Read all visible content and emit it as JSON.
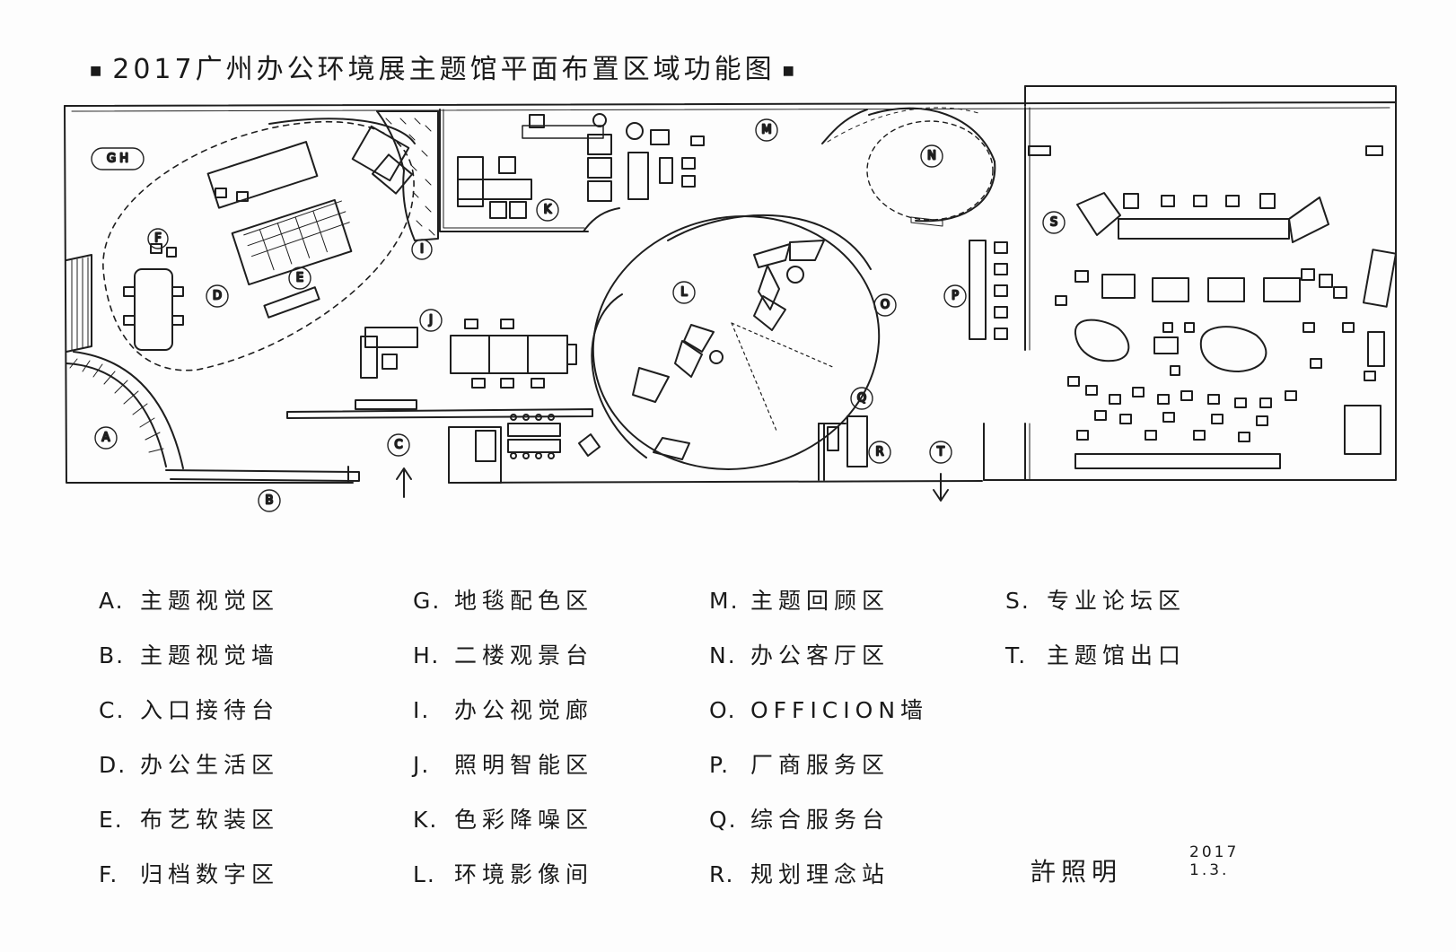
{
  "title": "2017广州办公环境展主题馆平面布置区域功能图",
  "plan_labels": {
    "A": "A",
    "B": "B",
    "C": "C",
    "D": "D",
    "E": "E",
    "F": "F",
    "GH": "G H",
    "I": "I",
    "J": "J",
    "K": "K",
    "L": "L",
    "M": "M",
    "N": "N",
    "O": "O",
    "P": "P",
    "Q": "Q",
    "R": "R",
    "S": "S",
    "T": "T"
  },
  "legend": [
    {
      "code": "A.",
      "name": "主题视觉区"
    },
    {
      "code": "G.",
      "name": "地毯配色区"
    },
    {
      "code": "M.",
      "name": "主题回顾区"
    },
    {
      "code": "S.",
      "name": "专业论坛区"
    },
    {
      "code": "B.",
      "name": "主题视觉墙"
    },
    {
      "code": "H.",
      "name": "二楼观景台"
    },
    {
      "code": "N.",
      "name": "办公客厅区"
    },
    {
      "code": "T.",
      "name": "主题馆出口"
    },
    {
      "code": "C.",
      "name": "入口接待台"
    },
    {
      "code": "I.",
      "name": "办公视觉廊"
    },
    {
      "code": "O.",
      "name": "OFFICION墙"
    },
    {
      "code": "",
      "name": ""
    },
    {
      "code": "D.",
      "name": "办公生活区"
    },
    {
      "code": "J.",
      "name": "照明智能区"
    },
    {
      "code": "P.",
      "name": "厂商服务区"
    },
    {
      "code": "",
      "name": ""
    },
    {
      "code": "E.",
      "name": "布艺软装区"
    },
    {
      "code": "K.",
      "name": "色彩降噪区"
    },
    {
      "code": "Q.",
      "name": "综合服务台"
    },
    {
      "code": "",
      "name": ""
    },
    {
      "code": "F.",
      "name": "归档数字区"
    },
    {
      "code": "L.",
      "name": "环境影像间"
    },
    {
      "code": "R.",
      "name": "规划理念站"
    },
    {
      "code": "",
      "name": ""
    }
  ],
  "signature": "許照明",
  "signature_date": [
    "2017",
    "1.3."
  ]
}
